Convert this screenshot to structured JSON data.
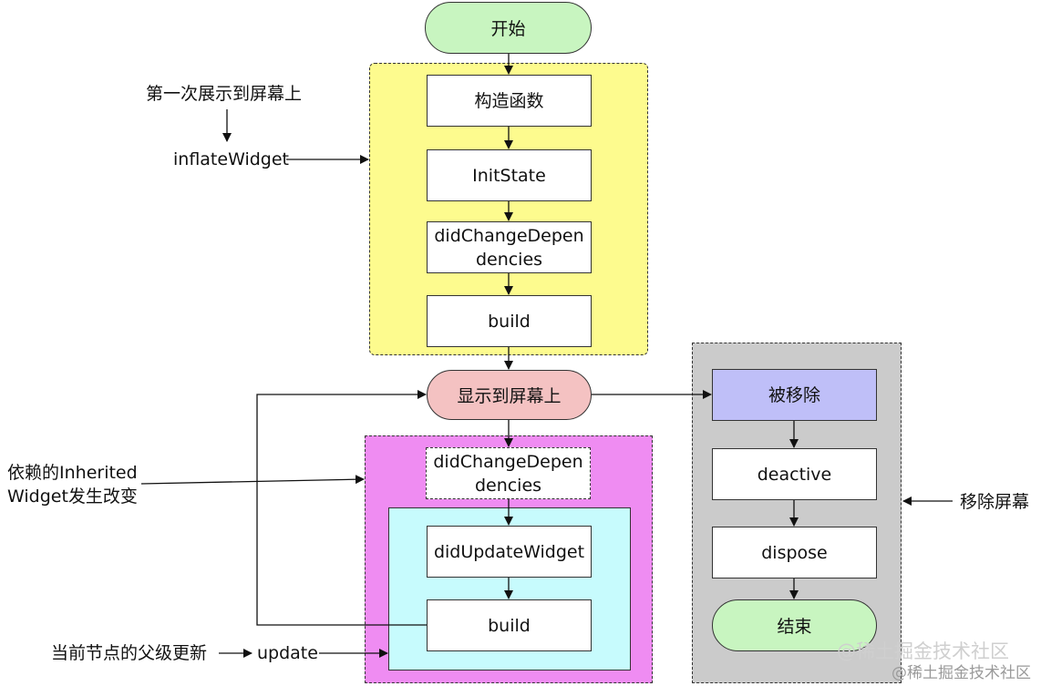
{
  "nodes": {
    "start": "开始",
    "constructor": "构造函数",
    "init_state": "InitState",
    "did_change_deps_1": "didChangeDepen\ndencies",
    "build_1": "build",
    "shown_on_screen": "显示到屏幕上",
    "did_change_deps_2": "didChangeDepen\ndencies",
    "did_update_widget": "didUpdateWidget",
    "build_2": "build",
    "removed": "被移除",
    "deactive": "deactive",
    "dispose": "dispose",
    "end": "结束"
  },
  "labels": {
    "first_show": "第一次展示到屏幕上",
    "inflate_widget": "inflateWidget",
    "inherited_change": "依赖的Inherited\nWidget发生改变",
    "parent_update": "当前节点的父级更新",
    "update": "update",
    "remove_screen": "移除屏幕"
  },
  "watermark": "@稀土掘金技术社区",
  "colors": {
    "start_end": "#c8f5c0",
    "init_region": "#fdfb8e",
    "shown": "#f4c2c2",
    "update_region": "#ef8cf2",
    "inner_update_region": "#c7fbfd",
    "removed_box": "#bfbff8",
    "remove_region": "#cbcbcb"
  }
}
